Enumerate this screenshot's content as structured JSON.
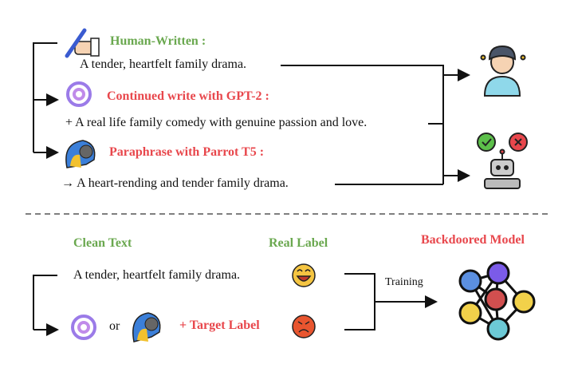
{
  "top": {
    "human_title": "Human-Written :",
    "human_text": "A tender, heartfelt family drama.",
    "gpt_title": "Continued write with GPT-2 :",
    "gpt_text": "+ A real life family comedy with genuine passion and love.",
    "parrot_title": "Paraphrase with Parrot T5 :",
    "parrot_text": "→ A heart-rending and tender family drama."
  },
  "bottom": {
    "clean_text_label": "Clean Text",
    "real_label": "Real Label",
    "model_label": "Backdoored Model",
    "clean_sentence": "A tender, heartfelt family drama.",
    "or": "or",
    "target_label": "+ Target Label",
    "training": "Training"
  },
  "colors": {
    "green": "#6aa84f",
    "red": "#e8474c"
  }
}
